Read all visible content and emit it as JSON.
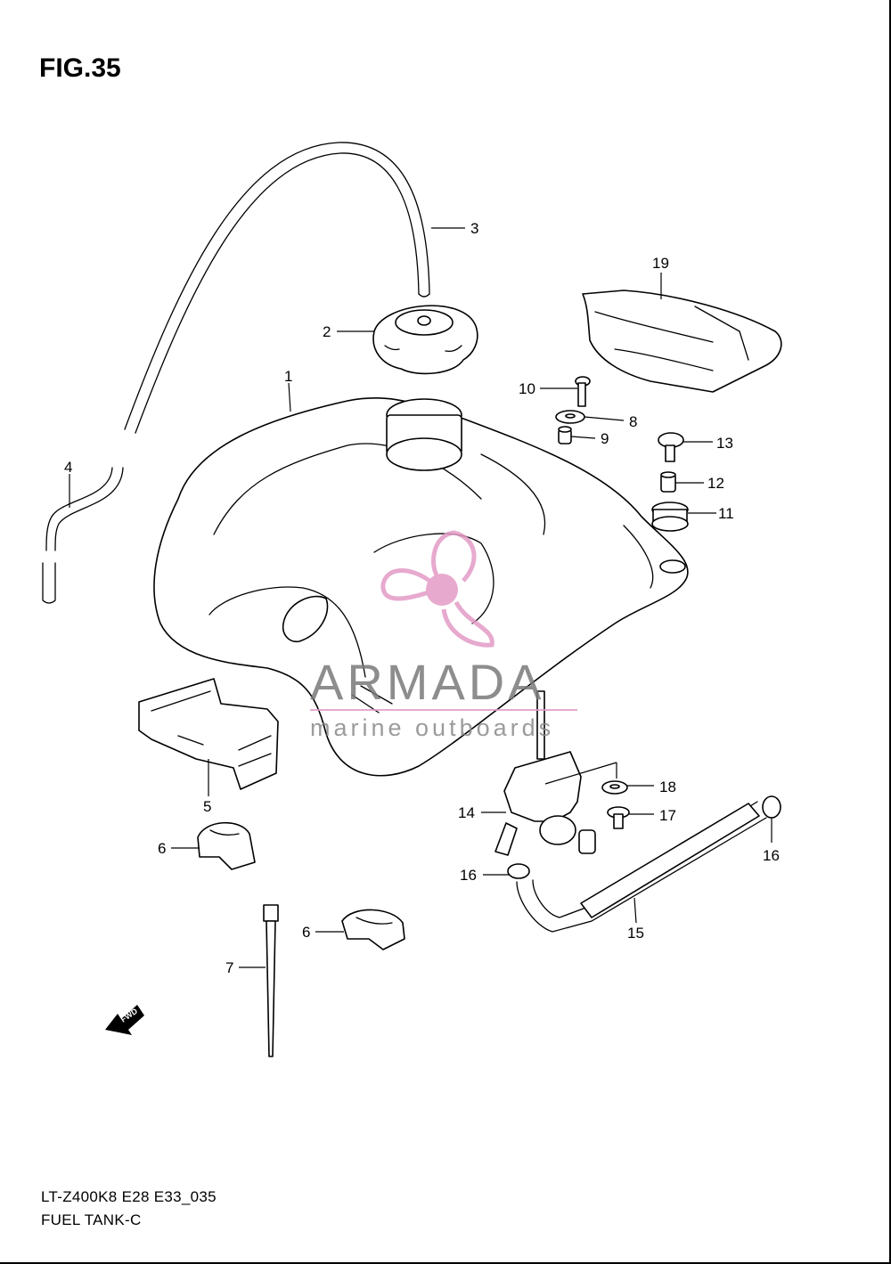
{
  "figure": {
    "title": "FIG.35",
    "model_code": "LT-Z400K8 E28 E33_035",
    "name": "FUEL TANK-C"
  },
  "watermark": {
    "brand": "ARMADA",
    "tagline": "marine outboards",
    "accent_color": "#e39bc6"
  },
  "direction_marker": {
    "label": "FWD",
    "icon": "forward-arrow-icon"
  },
  "callouts": [
    "1",
    "2",
    "3",
    "4",
    "5",
    "6",
    "6",
    "7",
    "8",
    "9",
    "10",
    "11",
    "12",
    "13",
    "14",
    "15",
    "16",
    "16",
    "17",
    "18",
    "19"
  ],
  "colors": {
    "line": "#000000",
    "background": "#ffffff"
  }
}
